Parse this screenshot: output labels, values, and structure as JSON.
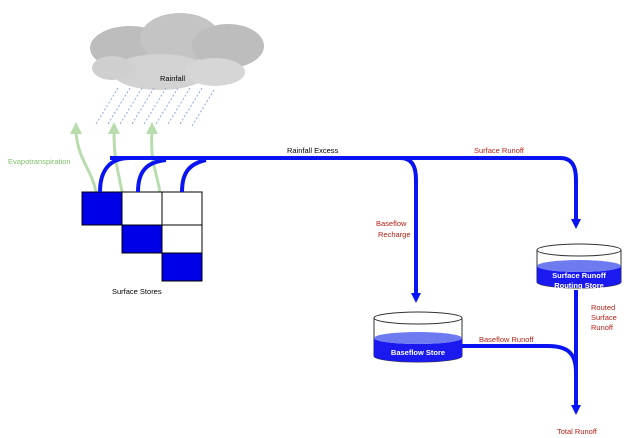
{
  "labels": {
    "rainfall": "Rainfall",
    "evapotranspiration": "Evapotranspiration",
    "rainfall_excess": "Rainfall Excess",
    "surface_runoff": "Surface Runoff",
    "surface_stores": "Surface Stores",
    "baseflow_recharge_1": "Baseflow",
    "baseflow_recharge_2": "Recharge",
    "surface_runoff_routing_store_1": "Surface Runoff",
    "surface_runoff_routing_store_2": "Routing Store",
    "routed_surface_runoff_1": "Routed",
    "routed_surface_runoff_2": "Surface",
    "routed_surface_runoff_3": "Runoff",
    "baseflow_store": "Baseflow Store",
    "baseflow_runoff": "Baseflow Runoff",
    "total_runoff": "Total Runoff"
  },
  "colors": {
    "flow": "#0a14f0",
    "store_fill": "#0000e6",
    "water": "#1a1af0",
    "evap": "#b9dcae",
    "cloud": "#c9c9c9",
    "rain": "#8fa8d8",
    "label_red": "#b41e14",
    "label_green": "#7fbf6a"
  },
  "icons": [
    "cloud-icon",
    "rain-icon",
    "evapotranspiration-arrow-icon",
    "tank-icon",
    "arrow-icon"
  ]
}
